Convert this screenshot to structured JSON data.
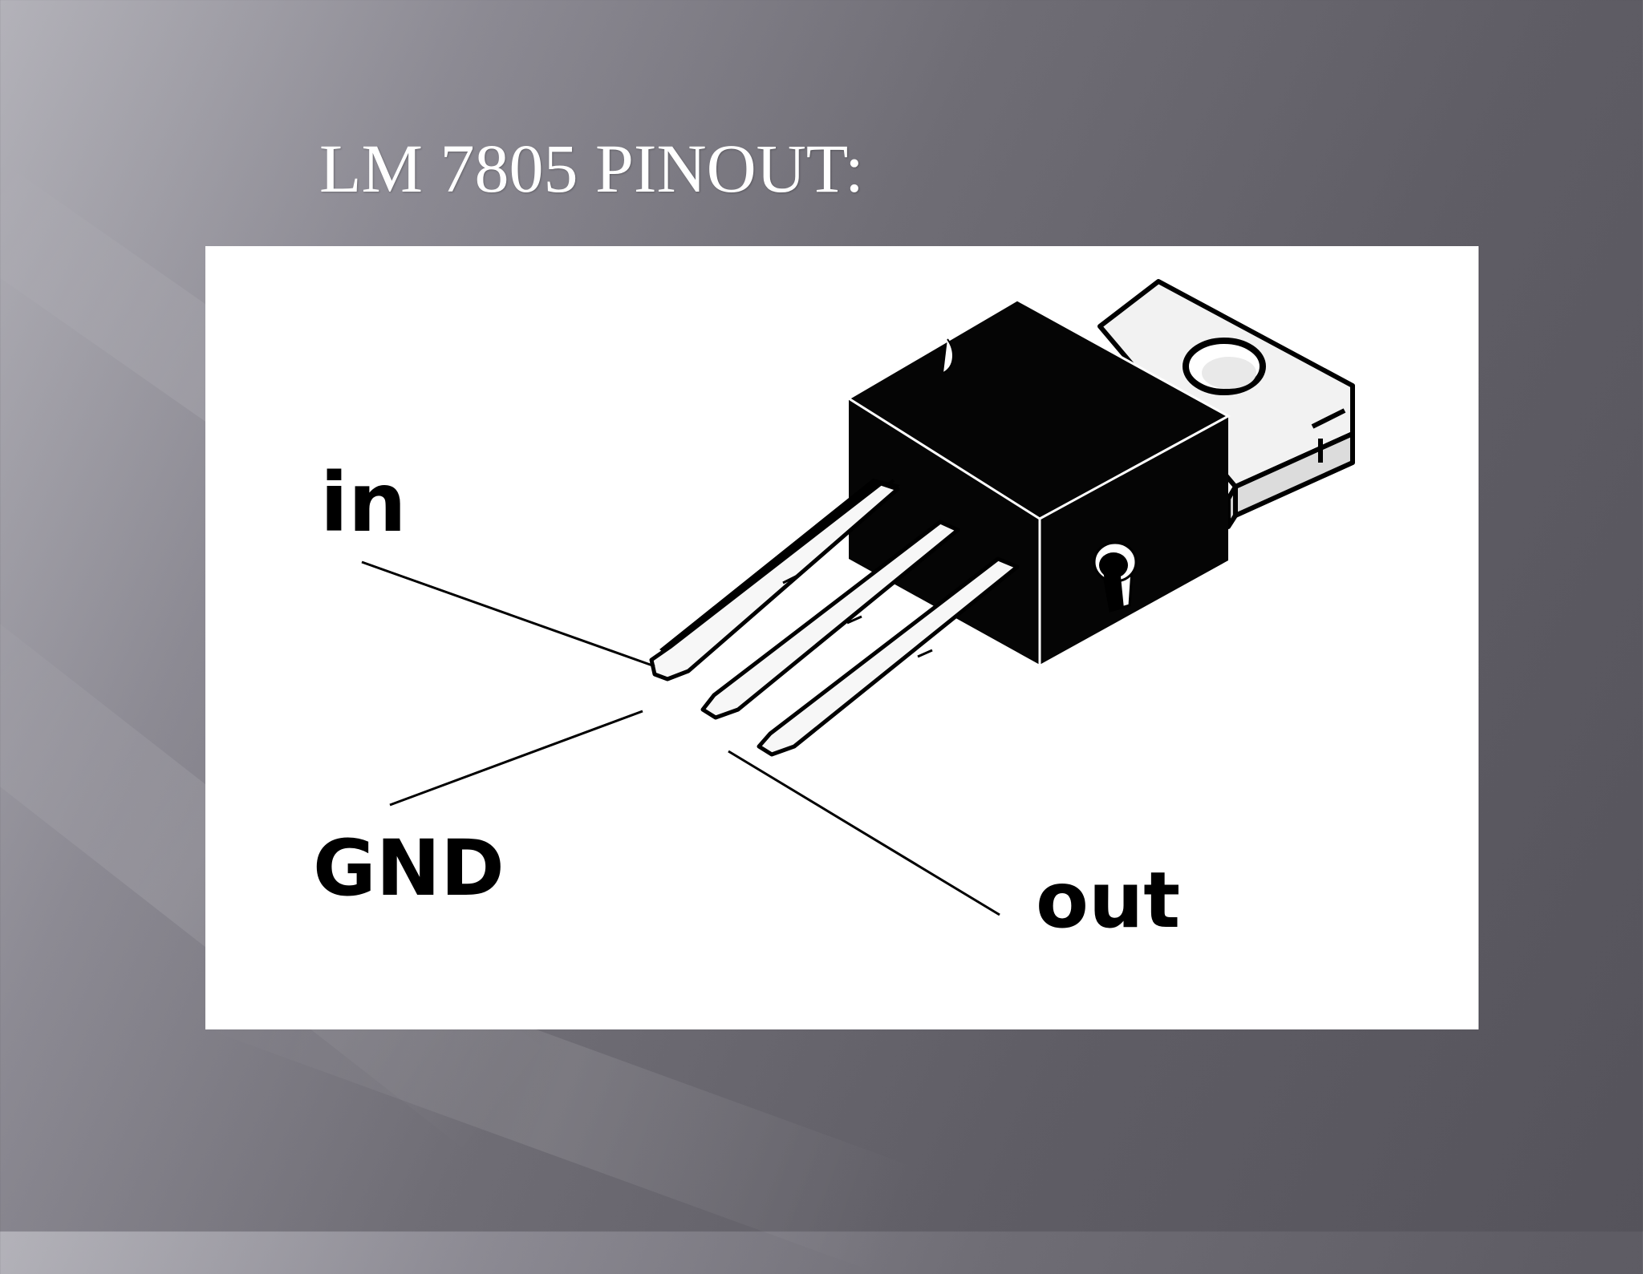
{
  "slide": {
    "title": "LM 7805 PINOUT:"
  },
  "diagram": {
    "component": "TO-220 voltage regulator package",
    "labels": {
      "in": "in",
      "gnd": "GND",
      "out": "out"
    }
  },
  "colors": {
    "background_light": "#b3b2b9",
    "background_dark": "#55535b",
    "title_text": "#ffffff",
    "figure_background": "#ffffff",
    "ink": "#000000"
  }
}
